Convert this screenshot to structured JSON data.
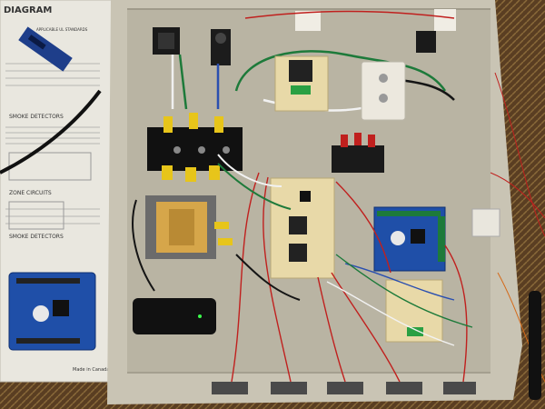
{
  "document": {
    "title": "DIAGRAM",
    "header_note": "APPLICABLE UL STANDARDS",
    "section_smoke": "SMOKE DETECTORS",
    "section_zone": "ZONE CIRCUITS",
    "section_smoke2": "SMOKE DETECTORS",
    "footer": "Made in Canada"
  },
  "colors": {
    "enclosure": "#c9c4b4",
    "enclosure_inner": "#b9b4a3",
    "protoboard": "#e8d9a8",
    "arduino_blue": "#1f4fa8",
    "wire_red": "#c0201e",
    "wire_green": "#1d7a3a",
    "wire_black": "#151515",
    "wire_blue": "#2a4fb0",
    "terminal_yellow": "#e7c51a",
    "transformer": "#d6a64a"
  }
}
